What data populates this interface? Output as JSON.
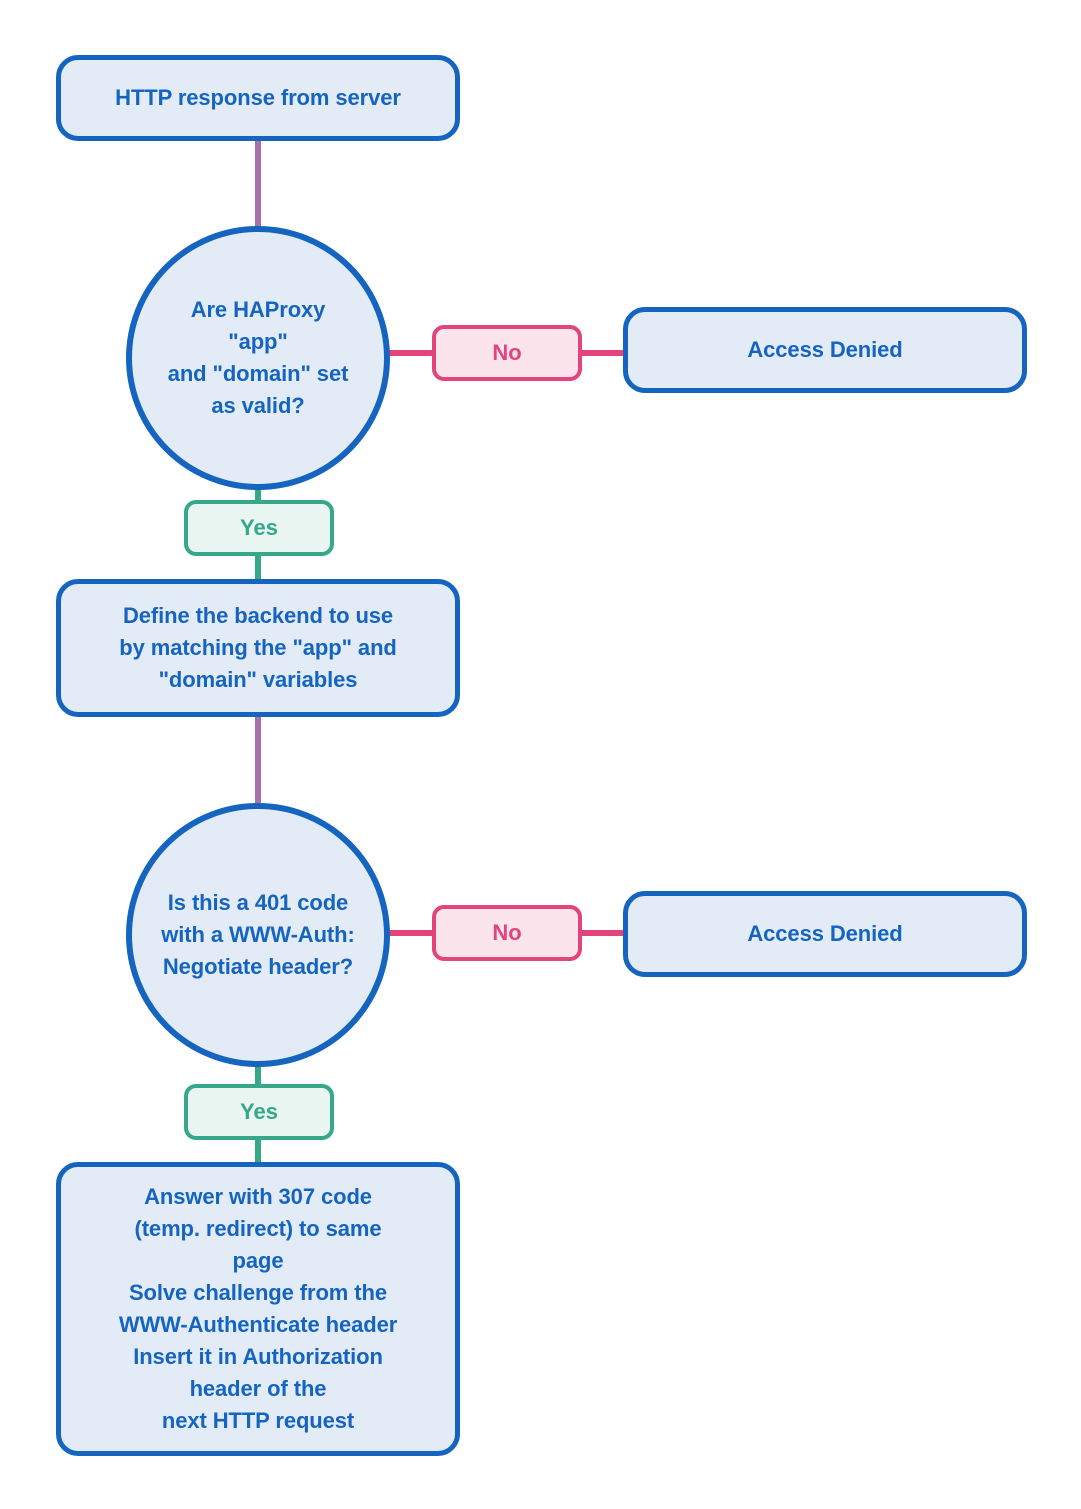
{
  "diagram": {
    "title": "HAProxy Kerberos authentication response flow",
    "colors": {
      "node_border": "#1565C0",
      "node_fill": "#E3EBF7",
      "node_text": "#1565C0",
      "no_accent": "#E4447C",
      "no_fill": "#FCE4EC",
      "yes_accent": "#35A88A",
      "yes_fill": "#E8F5F0",
      "connector_purple": "#A96FA8",
      "connector_teal": "#35A88A",
      "connector_pink": "#E4447C",
      "background": "#FFFFFF"
    },
    "nodes": {
      "start": {
        "label": "HTTP response from server",
        "shape": "rounded-rect"
      },
      "decision_1": {
        "label": "Are HAProxy \"app\"\nand \"domain\" set\nas valid?",
        "shape": "circle"
      },
      "denied_1": {
        "label": "Access Denied",
        "shape": "rounded-rect"
      },
      "define_backend": {
        "label": "Define the backend to use\nby matching the \"app\" and\n\"domain\" variables",
        "shape": "rounded-rect"
      },
      "decision_2": {
        "label": "Is this a 401 code\nwith a WWW-Auth:\nNegotiate header?",
        "shape": "circle"
      },
      "denied_2": {
        "label": "Access Denied",
        "shape": "rounded-rect"
      },
      "answer_307": {
        "label": "Answer with 307 code\n(temp. redirect) to same\npage\nSolve challenge from the\nWWW-Authenticate header\nInsert it in Authorization\nheader of the\nnext HTTP request",
        "shape": "rounded-rect"
      }
    },
    "edge_labels": {
      "no_1": "No",
      "yes_1": "Yes",
      "no_2": "No",
      "yes_2": "Yes"
    }
  }
}
